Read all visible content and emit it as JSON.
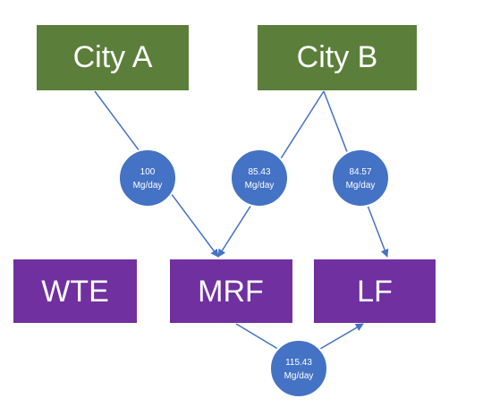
{
  "colors": {
    "city": "#5b7f3a",
    "facility": "#7030a0",
    "flow_circle": "#4472c4",
    "line": "#4472c4",
    "circle_border": "#ffffff"
  },
  "nodes": {
    "city_a": {
      "label": "City A"
    },
    "city_b": {
      "label": "City B"
    },
    "wte": {
      "label": "WTE"
    },
    "mrf": {
      "label": "MRF"
    },
    "lf": {
      "label": "LF"
    }
  },
  "flows": [
    {
      "from": "City A",
      "to": "MRF",
      "value": "100",
      "unit": "Mg/day"
    },
    {
      "from": "City B",
      "to": "MRF",
      "value": "85.43",
      "unit": "Mg/day"
    },
    {
      "from": "City B",
      "to": "LF",
      "value": "84.57",
      "unit": "Mg/day"
    },
    {
      "from": "MRF",
      "to": "LF",
      "value": "115.43",
      "unit": "Mg/day"
    }
  ]
}
